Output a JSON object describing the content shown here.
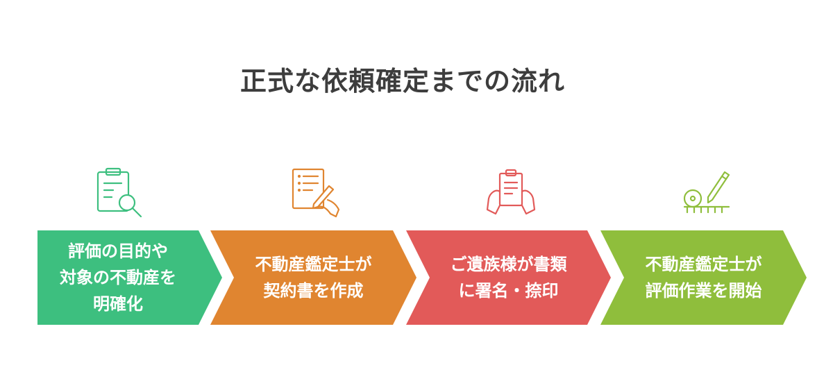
{
  "title": "正式な依頼確定までの流れ",
  "steps": [
    {
      "lines": [
        "評価の目的や",
        "対象の不動産を",
        "明確化"
      ],
      "color": "#3dbf7f",
      "icon": "clipboard-search-icon"
    },
    {
      "lines": [
        "不動産鑑定士が",
        "契約書を作成"
      ],
      "color": "#e08530",
      "icon": "document-signing-icon"
    },
    {
      "lines": [
        "ご遺族様が書類",
        "に署名・捺印"
      ],
      "color": "#e25a59",
      "icon": "hands-holding-document-icon"
    },
    {
      "lines": [
        "不動産鑑定士が",
        "評価作業を開始"
      ],
      "color": "#8fbe3c",
      "icon": "measuring-tools-icon"
    }
  ]
}
